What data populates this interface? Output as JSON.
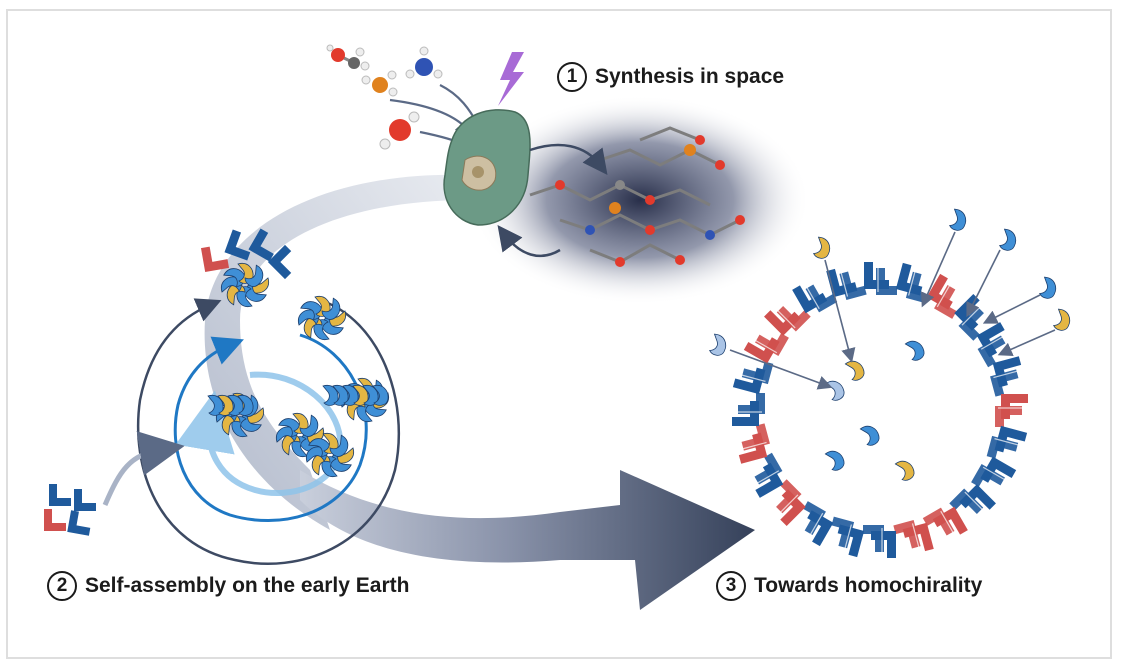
{
  "steps": [
    {
      "number": "1",
      "label": "Synthesis in space"
    },
    {
      "number": "2",
      "label": "Self-assembly on the early Earth"
    },
    {
      "number": "3",
      "label": "Towards homochirality"
    }
  ],
  "colors": {
    "arrow_dark": "#3d4a63",
    "arrow_light": "#c8cedb",
    "block_red": "#d0504e",
    "block_blue": "#1f5a9c",
    "monomer_blue": "#3f8fd6",
    "monomer_light": "#aac4e6",
    "monomer_yellow": "#e4b643",
    "space_glow": "#1d2440",
    "lightning": "#a86bd6",
    "oxygen": "#e23a2c",
    "nitrogen": "#2f53b4",
    "phosphorus": "#e0821e",
    "carbon": "#555555"
  }
}
